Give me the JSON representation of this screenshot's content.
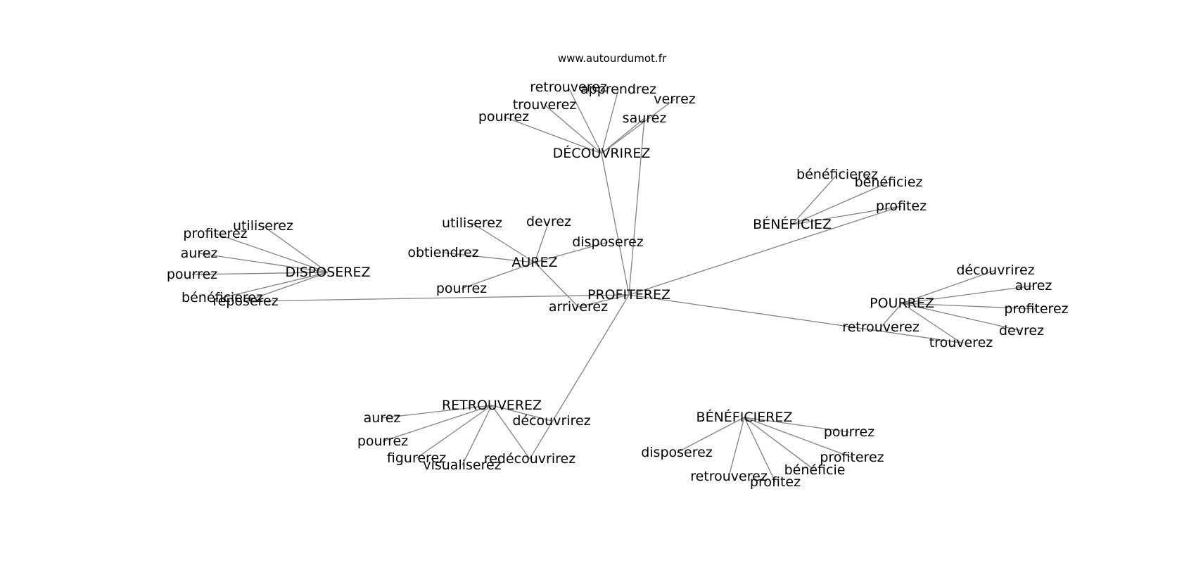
{
  "header": {
    "site_url": "www.autourdumot.fr"
  },
  "graph": {
    "center": "PROFITEREZ",
    "nodes": [
      "PROFITEREZ",
      "DÉCOUVRIREZ",
      "retrouverez",
      "apprendrez",
      "trouverez",
      "verrez",
      "pourrez",
      "saurez",
      "BÉNÉFICIEZ",
      "bénéficierez",
      "bénéficiez",
      "profitez",
      "AUREZ",
      "utiliserez",
      "devrez",
      "disposerez",
      "obtiendrez",
      "pourrez",
      "arriverez",
      "DISPOSEREZ",
      "utiliserez",
      "profiterez",
      "aurez",
      "pourrez",
      "bénéficierez",
      "reposerez",
      "POURREZ",
      "découvrirez",
      "aurez",
      "profiterez",
      "devrez",
      "retrouverez",
      "trouverez",
      "RETROUVEREZ",
      "aurez",
      "découvrirez",
      "pourrez",
      "figurerez",
      "visualiserez",
      "redécouvrirez",
      "BÉNÉFICIEREZ",
      "pourrez",
      "disposerez",
      "profiterez",
      "bénéficie",
      "retrouverez",
      "profitez"
    ],
    "edges": [
      [
        0,
        1
      ],
      [
        0,
        7
      ],
      [
        0,
        11
      ],
      [
        0,
        18
      ],
      [
        0,
        25
      ],
      [
        0,
        32
      ],
      [
        0,
        39
      ],
      [
        1,
        2
      ],
      [
        1,
        3
      ],
      [
        1,
        4
      ],
      [
        1,
        5
      ],
      [
        1,
        6
      ],
      [
        1,
        7
      ],
      [
        8,
        9
      ],
      [
        8,
        10
      ],
      [
        8,
        11
      ],
      [
        12,
        13
      ],
      [
        12,
        14
      ],
      [
        12,
        15
      ],
      [
        12,
        16
      ],
      [
        12,
        17
      ],
      [
        12,
        18
      ],
      [
        19,
        20
      ],
      [
        19,
        21
      ],
      [
        19,
        22
      ],
      [
        19,
        23
      ],
      [
        19,
        24
      ],
      [
        19,
        25
      ],
      [
        26,
        27
      ],
      [
        26,
        28
      ],
      [
        26,
        29
      ],
      [
        26,
        30
      ],
      [
        26,
        31
      ],
      [
        26,
        32
      ],
      [
        33,
        34
      ],
      [
        33,
        35
      ],
      [
        33,
        36
      ],
      [
        33,
        37
      ],
      [
        33,
        38
      ],
      [
        33,
        39
      ],
      [
        40,
        41
      ],
      [
        40,
        42
      ],
      [
        40,
        43
      ],
      [
        40,
        44
      ],
      [
        40,
        45
      ],
      [
        40,
        46
      ]
    ]
  }
}
